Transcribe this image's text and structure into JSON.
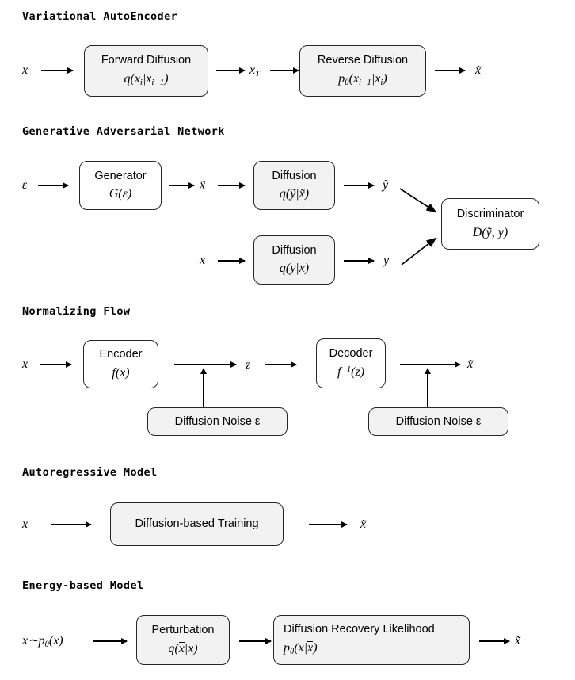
{
  "page": {
    "background": "#ffffff",
    "box_border_color": "#262626",
    "box_shaded_fill": "#f2f2f2",
    "box_plain_fill": "#ffffff",
    "text_color": "#000000"
  },
  "sections": [
    {
      "id": "vae",
      "title": "Variational AutoEncoder",
      "input_label": "x",
      "mid_label": "x_T",
      "output_label": "x̃",
      "boxes": [
        {
          "name": "forward-diffusion",
          "title": "Forward Diffusion",
          "formula": "q(x_i|x_{i-1})",
          "shaded": true
        },
        {
          "name": "reverse-diffusion",
          "title": "Reverse Diffusion",
          "formula": "p_θ(x_{i-1}|x_i)",
          "shaded": true
        }
      ]
    },
    {
      "id": "gan",
      "title": "Generative Adversarial Network",
      "top_input_label": "ε",
      "top_mid_label": "x̃",
      "top_out_label": "ỹ",
      "bottom_input_label": "x",
      "bottom_out_label": "y",
      "boxes": [
        {
          "name": "generator",
          "title": "Generator",
          "formula": "G(ε)",
          "shaded": false
        },
        {
          "name": "diffusion-top",
          "title": "Diffusion",
          "formula": "q(ỹ|x̃)",
          "shaded": true
        },
        {
          "name": "diffusion-bottom",
          "title": "Diffusion",
          "formula": "q(y|x)",
          "shaded": true
        },
        {
          "name": "discriminator",
          "title": "Discriminator",
          "formula": "D(ỹ, y)",
          "shaded": false
        }
      ]
    },
    {
      "id": "flow",
      "title": "Normalizing Flow",
      "input_label": "x",
      "mid_label": "z",
      "output_label": "x̃",
      "boxes": [
        {
          "name": "encoder",
          "title": "Encoder",
          "formula": "f(x)",
          "shaded": false
        },
        {
          "name": "decoder",
          "title": "Decoder",
          "formula": "f^-1(z)",
          "shaded": false
        },
        {
          "name": "diffusion-noise-left",
          "title": "Diffusion Noise  ε",
          "formula": "",
          "shaded": true
        },
        {
          "name": "diffusion-noise-right",
          "title": "Diffusion Noise  ε",
          "formula": "",
          "shaded": true
        }
      ]
    },
    {
      "id": "autoregressive",
      "title": "Autoregressive Model",
      "input_label": "x",
      "output_label": "x̃",
      "boxes": [
        {
          "name": "diffusion-based-training",
          "title": "Diffusion-based Training",
          "formula": "",
          "shaded": true
        }
      ]
    },
    {
      "id": "ebm",
      "title": "Energy-based Model",
      "input_label": "x∼p_θ(x)",
      "output_label": "x̃",
      "boxes": [
        {
          "name": "perturbation",
          "title": "Perturbation",
          "formula": "q(x̄|x)",
          "shaded": true
        },
        {
          "name": "diffusion-recovery-likelihood",
          "title": "Diffusion Recovery Likelihood",
          "formula": "p_θ(x|x̄)",
          "shaded": true
        }
      ]
    }
  ]
}
